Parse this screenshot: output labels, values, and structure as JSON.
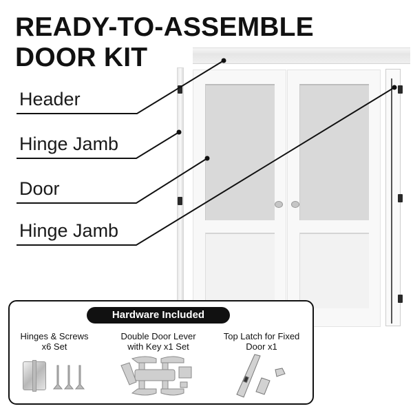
{
  "title": {
    "line1": "READY-TO-ASSEMBLE",
    "line2": "DOOR KIT"
  },
  "callouts": [
    {
      "label": "Header",
      "target": "header-piece"
    },
    {
      "label": "Hinge Jamb",
      "target": "left-hinge-jamb"
    },
    {
      "label": "Door",
      "target": "door-leaf"
    },
    {
      "label": "Hinge Jamb",
      "target": "right-hinge-jamb"
    }
  ],
  "hardware": {
    "heading": "Hardware Included",
    "items": [
      {
        "line1": "Hinges & Screws",
        "line2": "x6 Set",
        "icon": "hinge-and-screws-icon"
      },
      {
        "line1": "Double Door Lever",
        "line2": "with Key x1 Set",
        "icon": "door-lever-set-icon"
      },
      {
        "line1": "Top Latch for Fixed",
        "line2": "Door x1",
        "icon": "top-latch-icon"
      }
    ]
  },
  "colors": {
    "text": "#111111",
    "glass": "#d9d9d9",
    "door": "#f8f8f8",
    "pill": "#111111"
  }
}
